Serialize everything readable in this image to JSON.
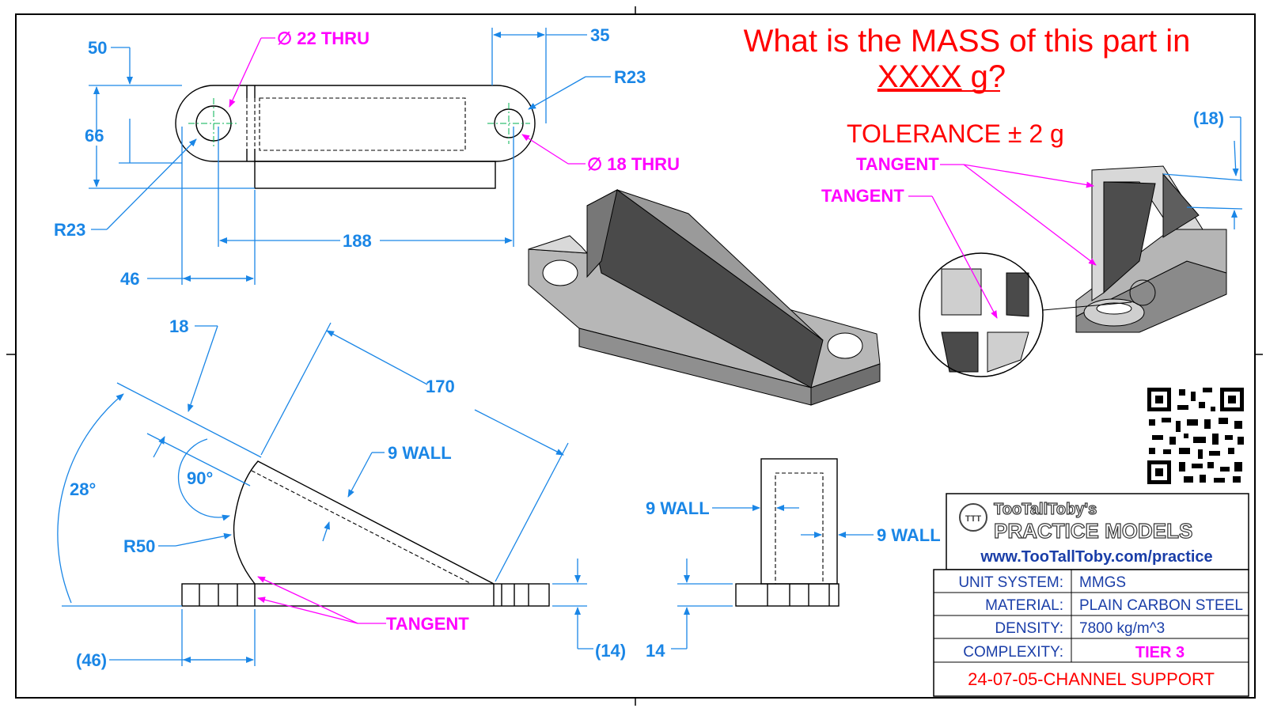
{
  "question": {
    "line1": "What is the MASS of this part in",
    "line2_u": "XXXX",
    "line2_rest": " g?",
    "tolerance": "TOLERANCE ± 2 g"
  },
  "top_view": {
    "dim_50": "50",
    "dim_66": "66",
    "hole_large": "∅ 22 THRU",
    "dim_35": "35",
    "r_right": "R23",
    "hole_small": "∅ 18 THRU",
    "r_left": "R23",
    "dim_188": "188",
    "dim_46": "46"
  },
  "front_view": {
    "dim_18": "18",
    "dim_170": "170",
    "wall": "9 WALL",
    "angle_28": "28°",
    "angle_90": "90°",
    "radius": "R50",
    "tangent": "TANGENT",
    "dim_46_ref": "(46)",
    "dim_14_ref": "(14)"
  },
  "side_view": {
    "wall_left": "9 WALL",
    "wall_right": "9 WALL",
    "dim_14": "14"
  },
  "iso_detail": {
    "dim_18_ref": "(18)",
    "tangent_1": "TANGENT",
    "tangent_2": "TANGENT"
  },
  "brand": {
    "name": "TooTallToby's",
    "line2": "PRACTICE MODELS",
    "url": "www.TooTallToby.com/practice",
    "logo_text": "TTT"
  },
  "title_block": {
    "rows": [
      {
        "label": "UNIT SYSTEM:",
        "value": "MMGS"
      },
      {
        "label": "MATERIAL:",
        "value": "PLAIN CARBON STEEL"
      },
      {
        "label": "DENSITY:",
        "value": "7800 kg/m^3"
      },
      {
        "label": "COMPLEXITY:",
        "value": "TIER 3"
      }
    ],
    "part_name": "24-07-05-CHANNEL SUPPORT"
  },
  "colors": {
    "dimension": "#1a86e6",
    "note": "#ff00ff",
    "question": "#ff0000",
    "title_block": "#1a3ea8"
  }
}
